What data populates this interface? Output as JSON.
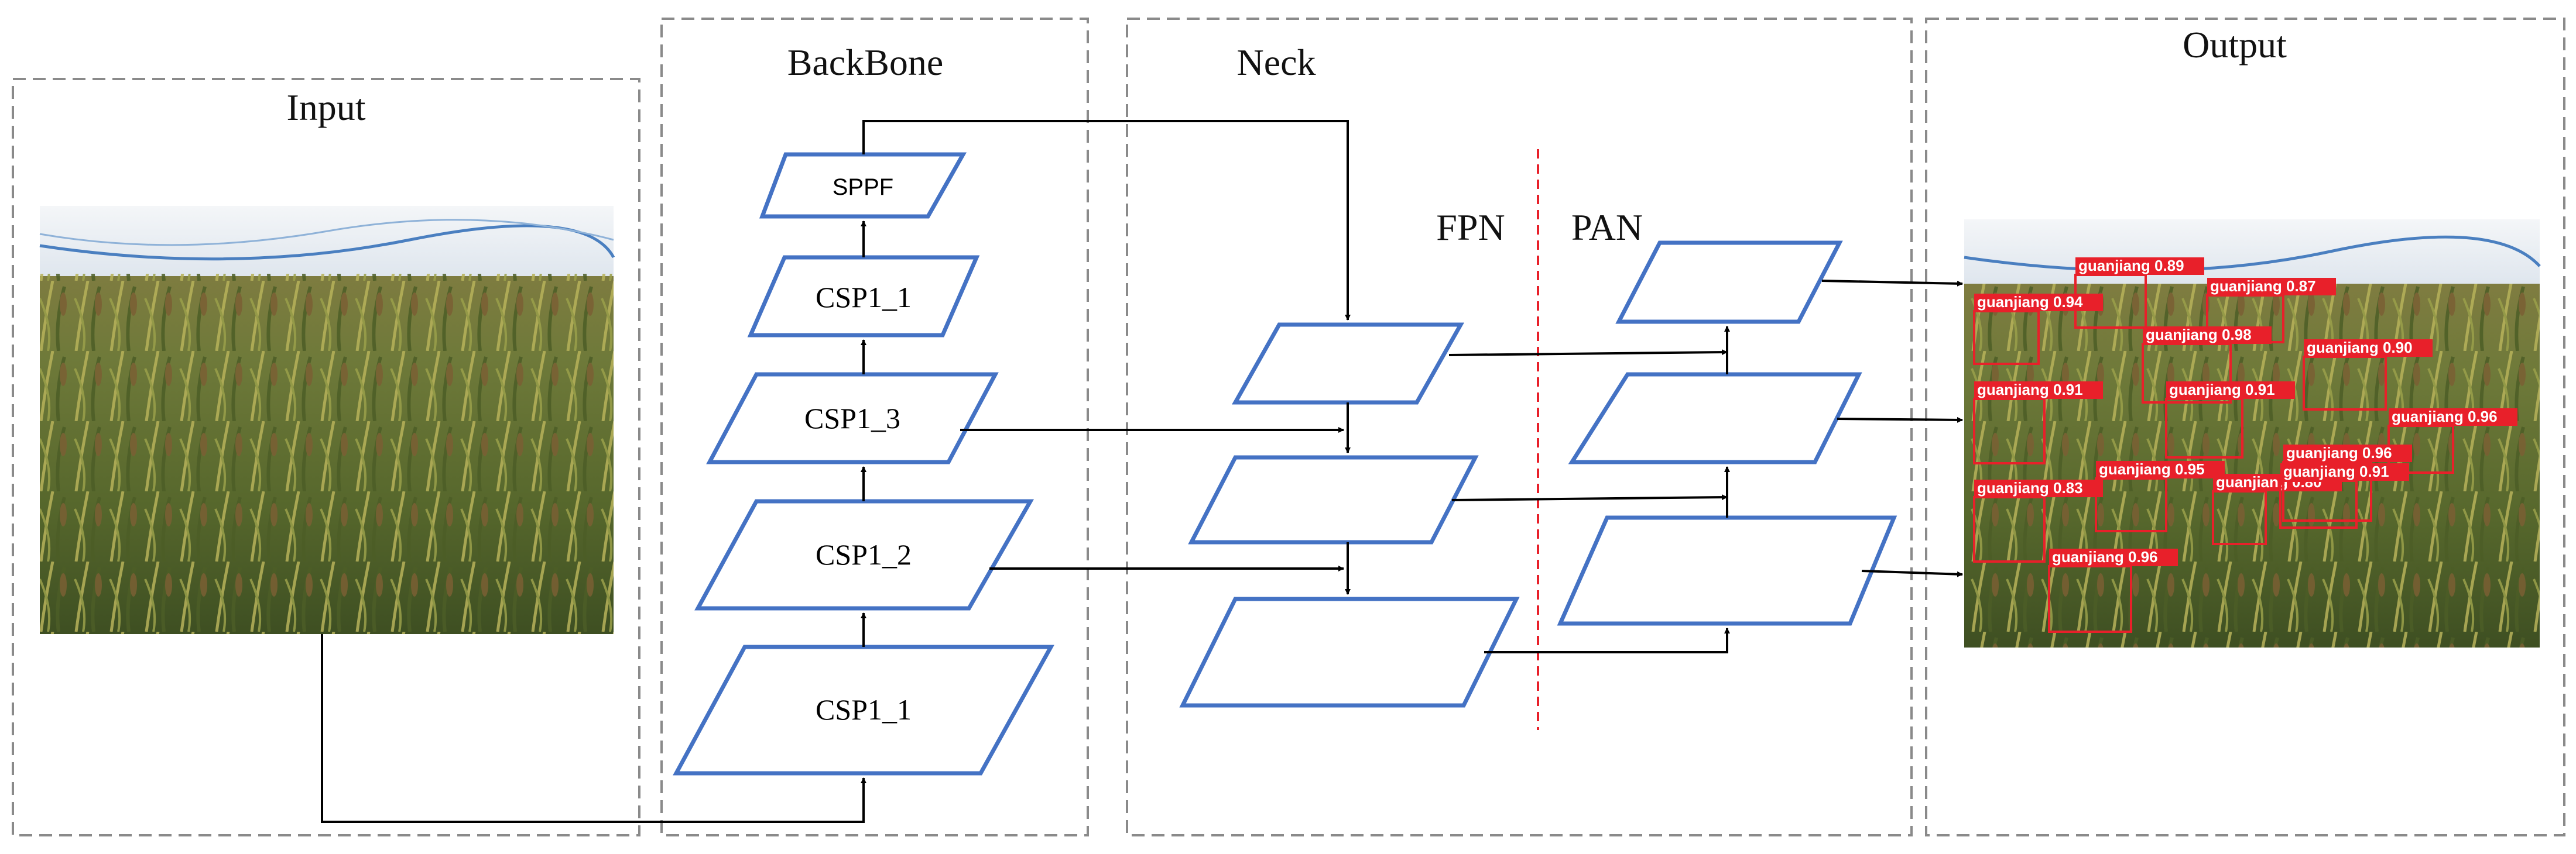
{
  "panels": {
    "input": {
      "title": "Input"
    },
    "backbone": {
      "title": "BackBone"
    },
    "neck": {
      "title": "Neck"
    },
    "output": {
      "title": "Output"
    }
  },
  "neck_sections": {
    "fpn": "FPN",
    "pan": "PAN"
  },
  "backbone_blocks": {
    "sppf": "SPPF",
    "csp1_1_top": "CSP1_1",
    "csp1_3": "CSP1_3",
    "csp1_2": "CSP1_2",
    "csp1_1_bottom": "CSP1_1"
  },
  "detection_labels": [
    "guanjiang 0.89",
    "guanjiang 0.87",
    "guanjiang 0.94",
    "guanjiang 0.98",
    "guanjiang 0.91",
    "guanjiang 0.90",
    "guanjiang 0.91",
    "guanjiang 0.96",
    "guanjiang 0.95",
    "guanjiang 0.80",
    "guanjiang 0.83",
    "guanjiang 0.96",
    "guanjiang 0.96",
    "guanjiang 0.91"
  ],
  "colors": {
    "block_stroke": "#4472c4",
    "divider": "#e8202a",
    "detection": "#e8202a",
    "panel_border": "#8a8a8a"
  }
}
